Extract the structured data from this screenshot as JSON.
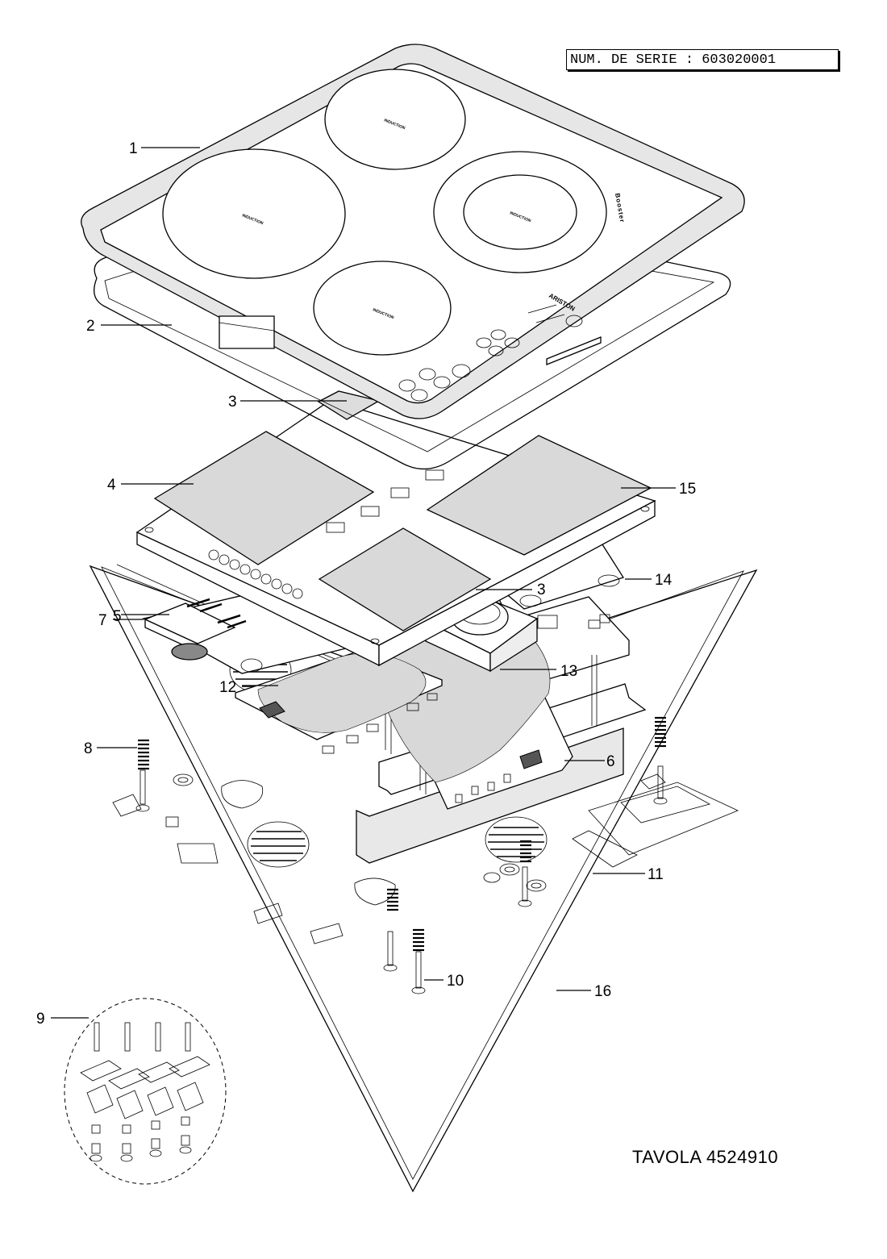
{
  "serial_label": "NUM. DE SERIE : 603020001",
  "table_label": "TAVOLA 4524910",
  "hob": {
    "zone_label": "INDUCTION",
    "brand": "ARISTON",
    "booster_label": "Booster"
  },
  "callouts": [
    "1",
    "2",
    "3",
    "3",
    "4",
    "5",
    "6",
    "7",
    "8",
    "9",
    "10",
    "11",
    "12",
    "13",
    "14",
    "15",
    "16"
  ]
}
